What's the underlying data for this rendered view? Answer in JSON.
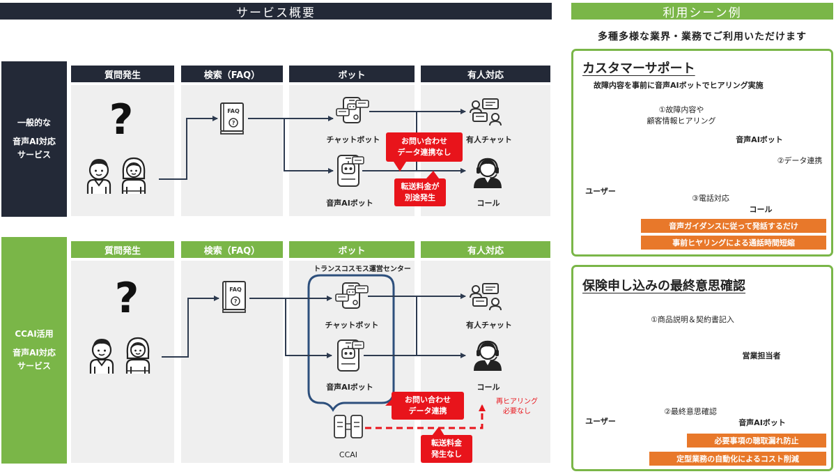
{
  "left_header": "サービス概要",
  "right_header": "利用シーン例",
  "right_subtitle": "多種多様な業界・業務でご利用いただけます",
  "colors": {
    "navy": "#232937",
    "green": "#7ab648",
    "red": "#e8141b",
    "orange": "#e8782a",
    "blue": "#2d4f7c"
  },
  "columns": [
    "質問発生",
    "検索（FAQ）",
    "ボット",
    "有人対応"
  ],
  "row1": {
    "label_line1": "一般的な",
    "label_line2": "音声AI対応",
    "label_line3": "サービス",
    "chatbot": "チャットボット",
    "voicebot": "音声AIボット",
    "human_chat": "有人チャット",
    "call": "コール",
    "callout_data_1": "お問い合わせ",
    "callout_data_2": "データ連携なし",
    "callout_fee_1": "転送料金が",
    "callout_fee_2": "別途発生"
  },
  "row2": {
    "label_line1": "CCAI活用",
    "label_line2": "音声AI対応",
    "label_line3": "サービス",
    "center_label": "トランスコスモス運営センター",
    "chatbot": "チャットボット",
    "voicebot": "音声AIボット",
    "human_chat": "有人チャット",
    "call": "コール",
    "ccai": "CCAI",
    "callout_data_1": "お問い合わせ",
    "callout_data_2": "データ連携",
    "callout_fee_1": "転送料金",
    "callout_fee_2": "発生なし",
    "rehearing_1": "再ヒアリング",
    "rehearing_2": "必要なし"
  },
  "card1": {
    "title": "カスタマーサポート",
    "subtitle": "故障内容を事前に音声AIボットでヒアリング実施",
    "step1_line1": "①故障内容や",
    "step1_line2": "顧客情報ヒアリング",
    "step2": "②データ連携",
    "step3": "③電話対応",
    "voicebot": "音声AIボット",
    "user": "ユーザー",
    "call": "コール",
    "benefit1": "音声ガイダンスに従って発話するだけ",
    "benefit2": "事前ヒヤリングによる通話時間短縮"
  },
  "card2": {
    "title": "保険申し込みの最終意思確認",
    "step1": "①商品説明＆契約書記入",
    "step2": "②最終意思確認",
    "sales": "営業担当者",
    "voicebot": "音声AIボット",
    "user": "ユーザー",
    "benefit1": "必要事項の聴取漏れ防止",
    "benefit2": "定型業務の自動化によるコスト削減"
  }
}
